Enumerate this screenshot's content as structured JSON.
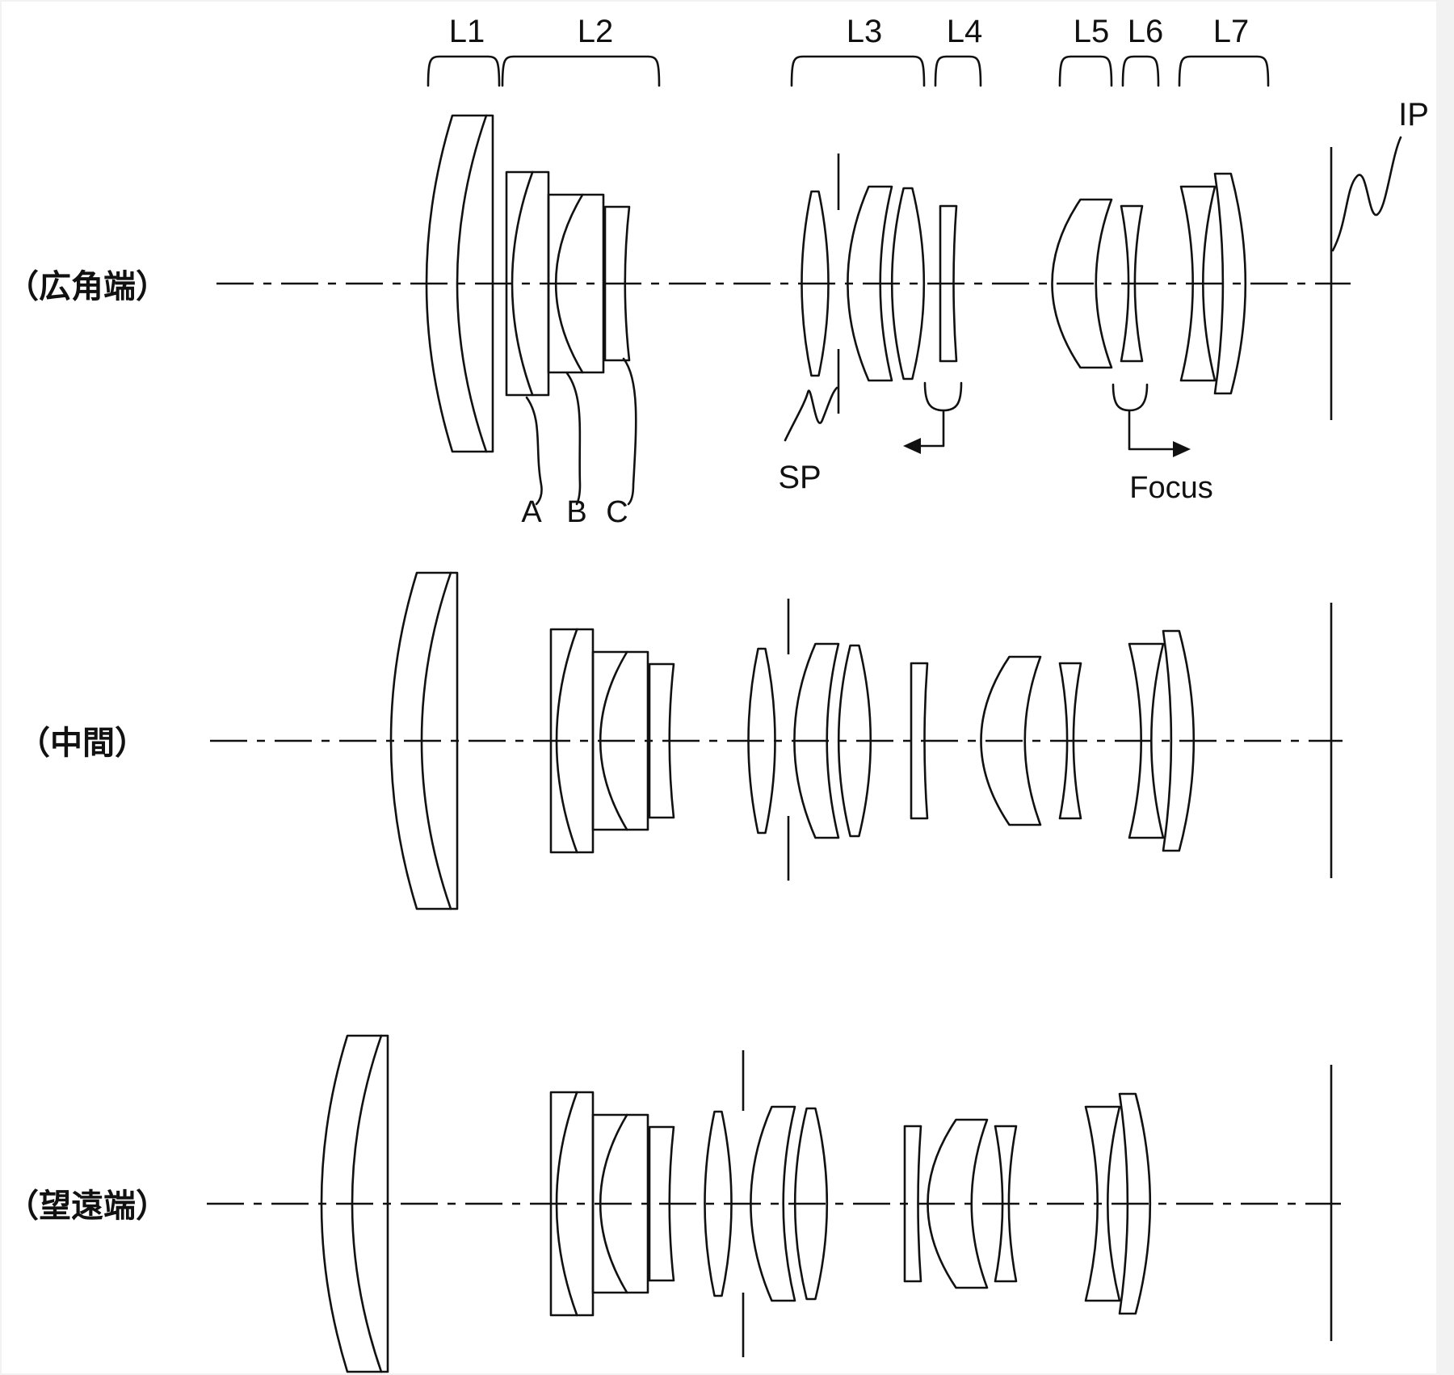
{
  "diagram": {
    "group_labels": [
      "L1",
      "L2",
      "L3",
      "L4",
      "L5",
      "L6",
      "L7"
    ],
    "element_labels": [
      "A",
      "B",
      "C"
    ],
    "stop_label": "SP",
    "image_plane_label": "IP",
    "focus_label": "Focus",
    "rows": [
      {
        "title": "（広角端）"
      },
      {
        "title": "（中間）"
      },
      {
        "title": "（望遠端）"
      }
    ]
  },
  "colors": {
    "line": "#111111",
    "background": "#ffffff",
    "page": "#f2f2f2"
  }
}
